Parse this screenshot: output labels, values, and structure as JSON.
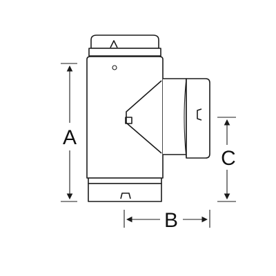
{
  "labels": {
    "a": "A",
    "b": "B",
    "c": "C"
  },
  "colors": {
    "stroke": "#1a1a1a",
    "background": "#ffffff"
  }
}
